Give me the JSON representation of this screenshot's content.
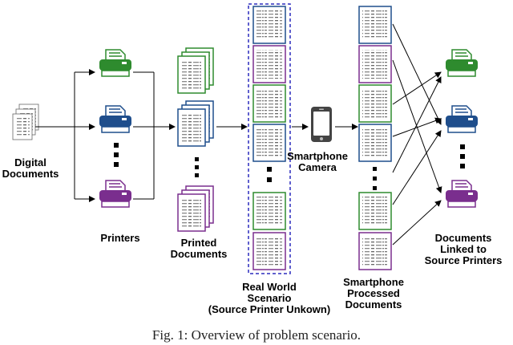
{
  "labels": {
    "digital_documents": [
      "Digital",
      "Documents"
    ],
    "printers": "Printers",
    "printed_documents": [
      "Printed",
      "Documents"
    ],
    "real_world": [
      "Real World",
      "Scenario",
      "(Source Printer Unkown)"
    ],
    "smartphone_camera": [
      "Smartphone",
      "Camera"
    ],
    "processed": [
      "Smartphone",
      "Processed",
      "Documents"
    ],
    "linked": [
      "Documents",
      "Linked to",
      "Source Printers"
    ]
  },
  "caption": "Fig. 1: Overview of problem scenario.",
  "colors": {
    "green": "#2e8b2e",
    "blue": "#1f4e8c",
    "purple": "#7a2e8e",
    "dashed_box": "#2b2bbd"
  },
  "icons": [
    "printer-icon",
    "smartphone-icon",
    "document-icon"
  ]
}
